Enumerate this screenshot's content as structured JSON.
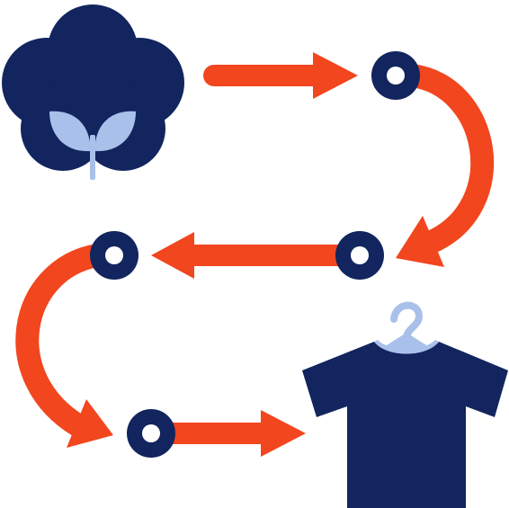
{
  "colors": {
    "navy": "#12255e",
    "accent": "#f2461f",
    "light_blue": "#a9c0ea",
    "node_center": "#ffffff"
  },
  "icons": {
    "start": "cotton-flower-icon",
    "end": "t-shirt-on-hanger-icon",
    "nodes": [
      "node-1",
      "node-2",
      "node-3",
      "node-4"
    ]
  }
}
